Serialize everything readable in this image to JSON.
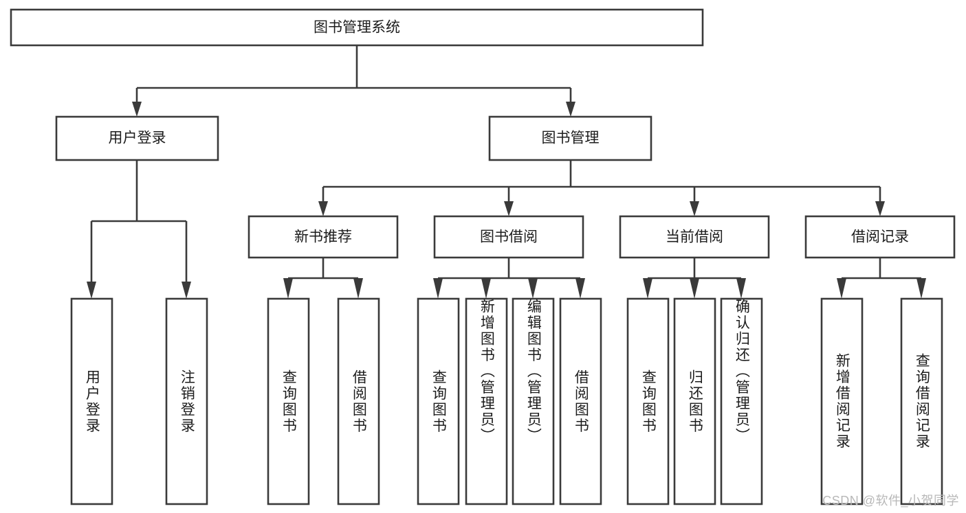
{
  "diagram": {
    "type": "hierarchy-tree",
    "title": "图书管理系统",
    "watermark": "CSDN @软件_小贺同学",
    "colors": {
      "stroke": "#3a3a3a",
      "box_fill": "#ffffff",
      "text": "#1c1c1c",
      "background": "#ffffff",
      "watermark": "#b8b8b8"
    },
    "root": {
      "label": "图书管理系统"
    },
    "level2": [
      {
        "label": "用户登录"
      },
      {
        "label": "图书管理"
      }
    ],
    "level3": [
      {
        "label": "新书推荐"
      },
      {
        "label": "图书借阅"
      },
      {
        "label": "当前借阅"
      },
      {
        "label": "借阅记录"
      }
    ],
    "leaves": {
      "user_login": [
        {
          "label": "用户登录"
        },
        {
          "label": "注销登录"
        }
      ],
      "new_book_recommend": [
        {
          "label": "查询图书"
        },
        {
          "label": "借阅图书"
        }
      ],
      "book_borrow": [
        {
          "label": "查询图书"
        },
        {
          "label": "新增图书（管理员）"
        },
        {
          "label": "编辑图书（管理员）"
        },
        {
          "label": "借阅图书"
        }
      ],
      "current_borrow": [
        {
          "label": "查询图书"
        },
        {
          "label": "归还图书"
        },
        {
          "label": "确认归还（管理员）"
        }
      ],
      "borrow_record": [
        {
          "label": "新增借阅记录"
        },
        {
          "label": "查询借阅记录"
        }
      ]
    }
  }
}
